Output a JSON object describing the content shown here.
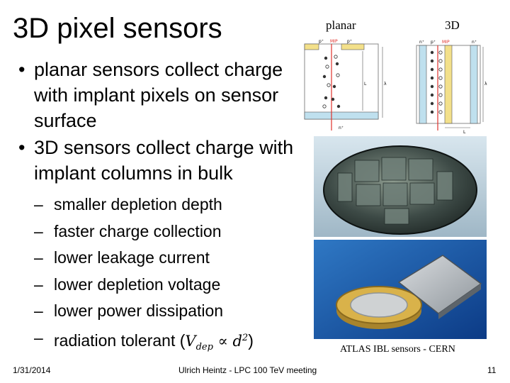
{
  "slide": {
    "title": "3D pixel sensors",
    "bullets": [
      {
        "text": "planar sensors collect charge with implant pixels on sensor surface"
      },
      {
        "text": "3D sensors collect charge with implant columns in bulk"
      }
    ],
    "subbullets": [
      "smaller depletion depth",
      "faster charge collection",
      "lower leakage current",
      "lower depletion voltage",
      "lower power dissipation",
      "radiation tolerant ("
    ],
    "formula": {
      "v": "V",
      "sub": "dep",
      "prop": " ∝ ",
      "d": "d",
      "sup": "2",
      "close": ")"
    },
    "bullet_char": "•",
    "dash_char": "–"
  },
  "figures": {
    "planar_label": "planar",
    "threed_label": "3D",
    "planar_diagram": {
      "p_plus_left": "p⁺",
      "mip": "MIP",
      "p_plus_right": "p⁺",
      "l": "L",
      "lambda": "λ",
      "n_plus": "n⁺"
    },
    "threed_diagram": {
      "n_plus_left": "n⁺",
      "p_plus_mid": "p⁺",
      "mip": "MIP",
      "n_plus_right": "n⁺",
      "lambda": "λ",
      "l": "L"
    },
    "caption": "ATLAS IBL sensors - CERN"
  },
  "footer": {
    "date": "1/31/2014",
    "center": "Ulrich Heintz - LPC 100 TeV meeting",
    "page": "11"
  },
  "colors": {
    "implant_yellow": "#f3e08a",
    "column_blue": "#bfe0ee",
    "mip_red": "#e0302a"
  }
}
